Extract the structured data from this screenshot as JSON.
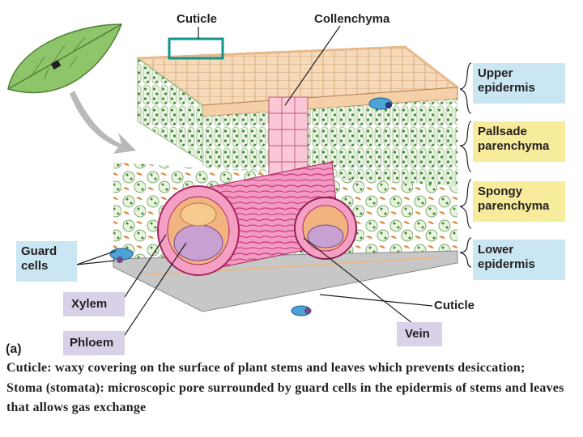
{
  "labels": {
    "cuticle_top": "Cuticle",
    "collenchyma": "Collenchyma",
    "upper_epidermis": "Upper\nepidermis",
    "palisade": "Pallsade\nparenchyma",
    "spongy": "Spongy\nparenchyma",
    "lower_epidermis": "Lower\nepidermis",
    "guard_cells": "Guard\ncells",
    "xylem": "Xylem",
    "phloem": "Phloem",
    "cuticle_bottom": "Cuticle",
    "vein": "Vein",
    "panel": "(a)"
  },
  "caption": {
    "line1": "Cuticle: waxy covering on the surface of plant stems and leaves which prevents desiccation;",
    "line2": "Stoma (stomata): microscopic pore surrounded by guard cells in the epidermis of stems and leaves that allows gas exchange"
  },
  "colors": {
    "label_box_blue": "#c9e6f2",
    "label_box_yellow": "#f7ec9c",
    "label_box_lilac": "#d8d1e8",
    "cuticle_marker": "#12948e",
    "epidermis": "#f6d9b8",
    "chloroplast": "#3f8a3a",
    "xylem": "#e86aa6",
    "phloem": "#b88bc4"
  }
}
